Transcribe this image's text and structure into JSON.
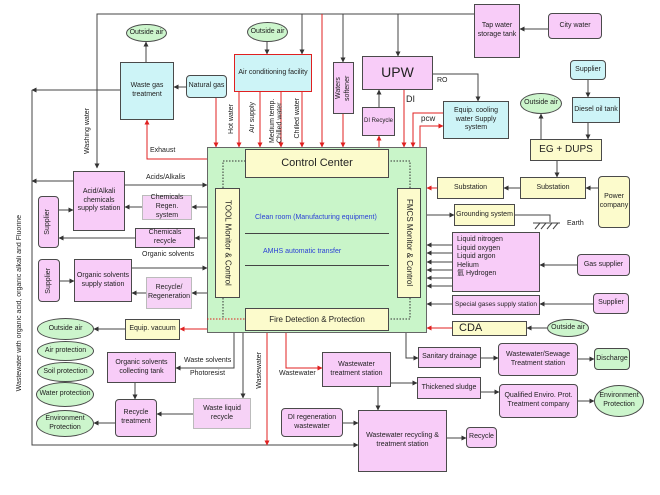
{
  "colors": {
    "facility": "#f8ccf8",
    "air_utility": "#cdf4f7",
    "power_control": "#fcfbcc",
    "environment": "#ccf5cc",
    "cleanroom": "#c9f5c9",
    "utility_flow": "#e02020",
    "general_flow": "#333333"
  },
  "top": {
    "outside_air_1": "Outside air",
    "waste_gas": "Waste gas treatment",
    "natural_gas": "Natural gas",
    "outside_air_2": "Outside air",
    "ac_facility": "Air conditioning facility",
    "hot_water": "Hot water",
    "air_supply": "Air supply",
    "medium_chilled": "Medium temp. Chilled water",
    "chilled_water": "Chilled water",
    "exhaust": "Exhaust",
    "washing_water": "Washing water",
    "waters_softener": "Waters softener",
    "upw": "UPW",
    "ro": "RO",
    "di": "DI",
    "di_recycle": "DI Recycle",
    "pcw": "pcw",
    "equip_cooling": "Equip. cooling water Supply system",
    "tap_water": "Tap water storage tank",
    "city_water": "City water"
  },
  "power": {
    "supplier": "Supplier",
    "diesel": "Diesel oil tank",
    "outside_air": "Outside air",
    "eg_dups": "EG + DUPS",
    "substation_1": "Substation",
    "substation_2": "Substation",
    "power_company": "Power company",
    "grounding": "Grounding system",
    "earth": "Earth"
  },
  "gases": {
    "items": [
      "Liquid nitrogen",
      "Liquid oxygen",
      "Liquid argon",
      "Helium",
      "氫 Hydrogen"
    ],
    "gas_supplier": "Gas supplier",
    "special_gases": "Special gases supply station",
    "supplier": "Supplier",
    "cda": "CDA",
    "outside_air": "Outside air"
  },
  "center": {
    "control_center": "Control Center",
    "tool": "TOOL Monitor & Control",
    "fmcs": "FMCS Monitor & Control",
    "clean_room": "Clean room (Manufacturing equipment)",
    "amhs": "AMHS automatic transfer",
    "fire": "Fire Detection & Protection"
  },
  "chemicals": {
    "acids_alkalis": "Acids/Alkalis",
    "acid_station": "Acid/Alkali chemicals supply station",
    "regen": "Chemicals Regen. system",
    "supplier_1": "Supplier",
    "recycle": "Chemicals recycle",
    "organic_solvents": "Organic solvents",
    "supplier_2": "Supplier",
    "organic_station": "Organic solvents supply station",
    "recycle_regen": "Recycle/ Regeneration"
  },
  "left_label": "Wastewater with organic acid, organic alkali and Fluorine",
  "env": {
    "outside_air": "Outside air",
    "air": "Air protection",
    "soil": "Soil protection",
    "water": "Water protection",
    "environment": "Environment Protection"
  },
  "waste": {
    "vacuum": "Equip. vacuum",
    "collecting_tank": "Organic solvents collecting tank",
    "waste_solvents": "Waste solvents",
    "photoresist": "Photoresist",
    "recycle_treatment": "Recycle treatment",
    "waste_liquid": "Waste liquid recycle",
    "wastewater_v": "Wastewater",
    "wastewater_h": "Wastewater",
    "ww_station": "Wastewater treatment station",
    "di_regen": "DI regeneration wastewater",
    "ww_recycling": "Wastewater recycling & treatment station",
    "recycle": "Recycle",
    "sanitary": "Sanitary drainage",
    "sewage": "Wastewater/Sewage Treatment station",
    "discharge": "Discharge",
    "sludge": "Thickened sludge",
    "qualified": "Qualified Enviro. Prot. Treatment company",
    "env_protection": "Environment Protection"
  }
}
